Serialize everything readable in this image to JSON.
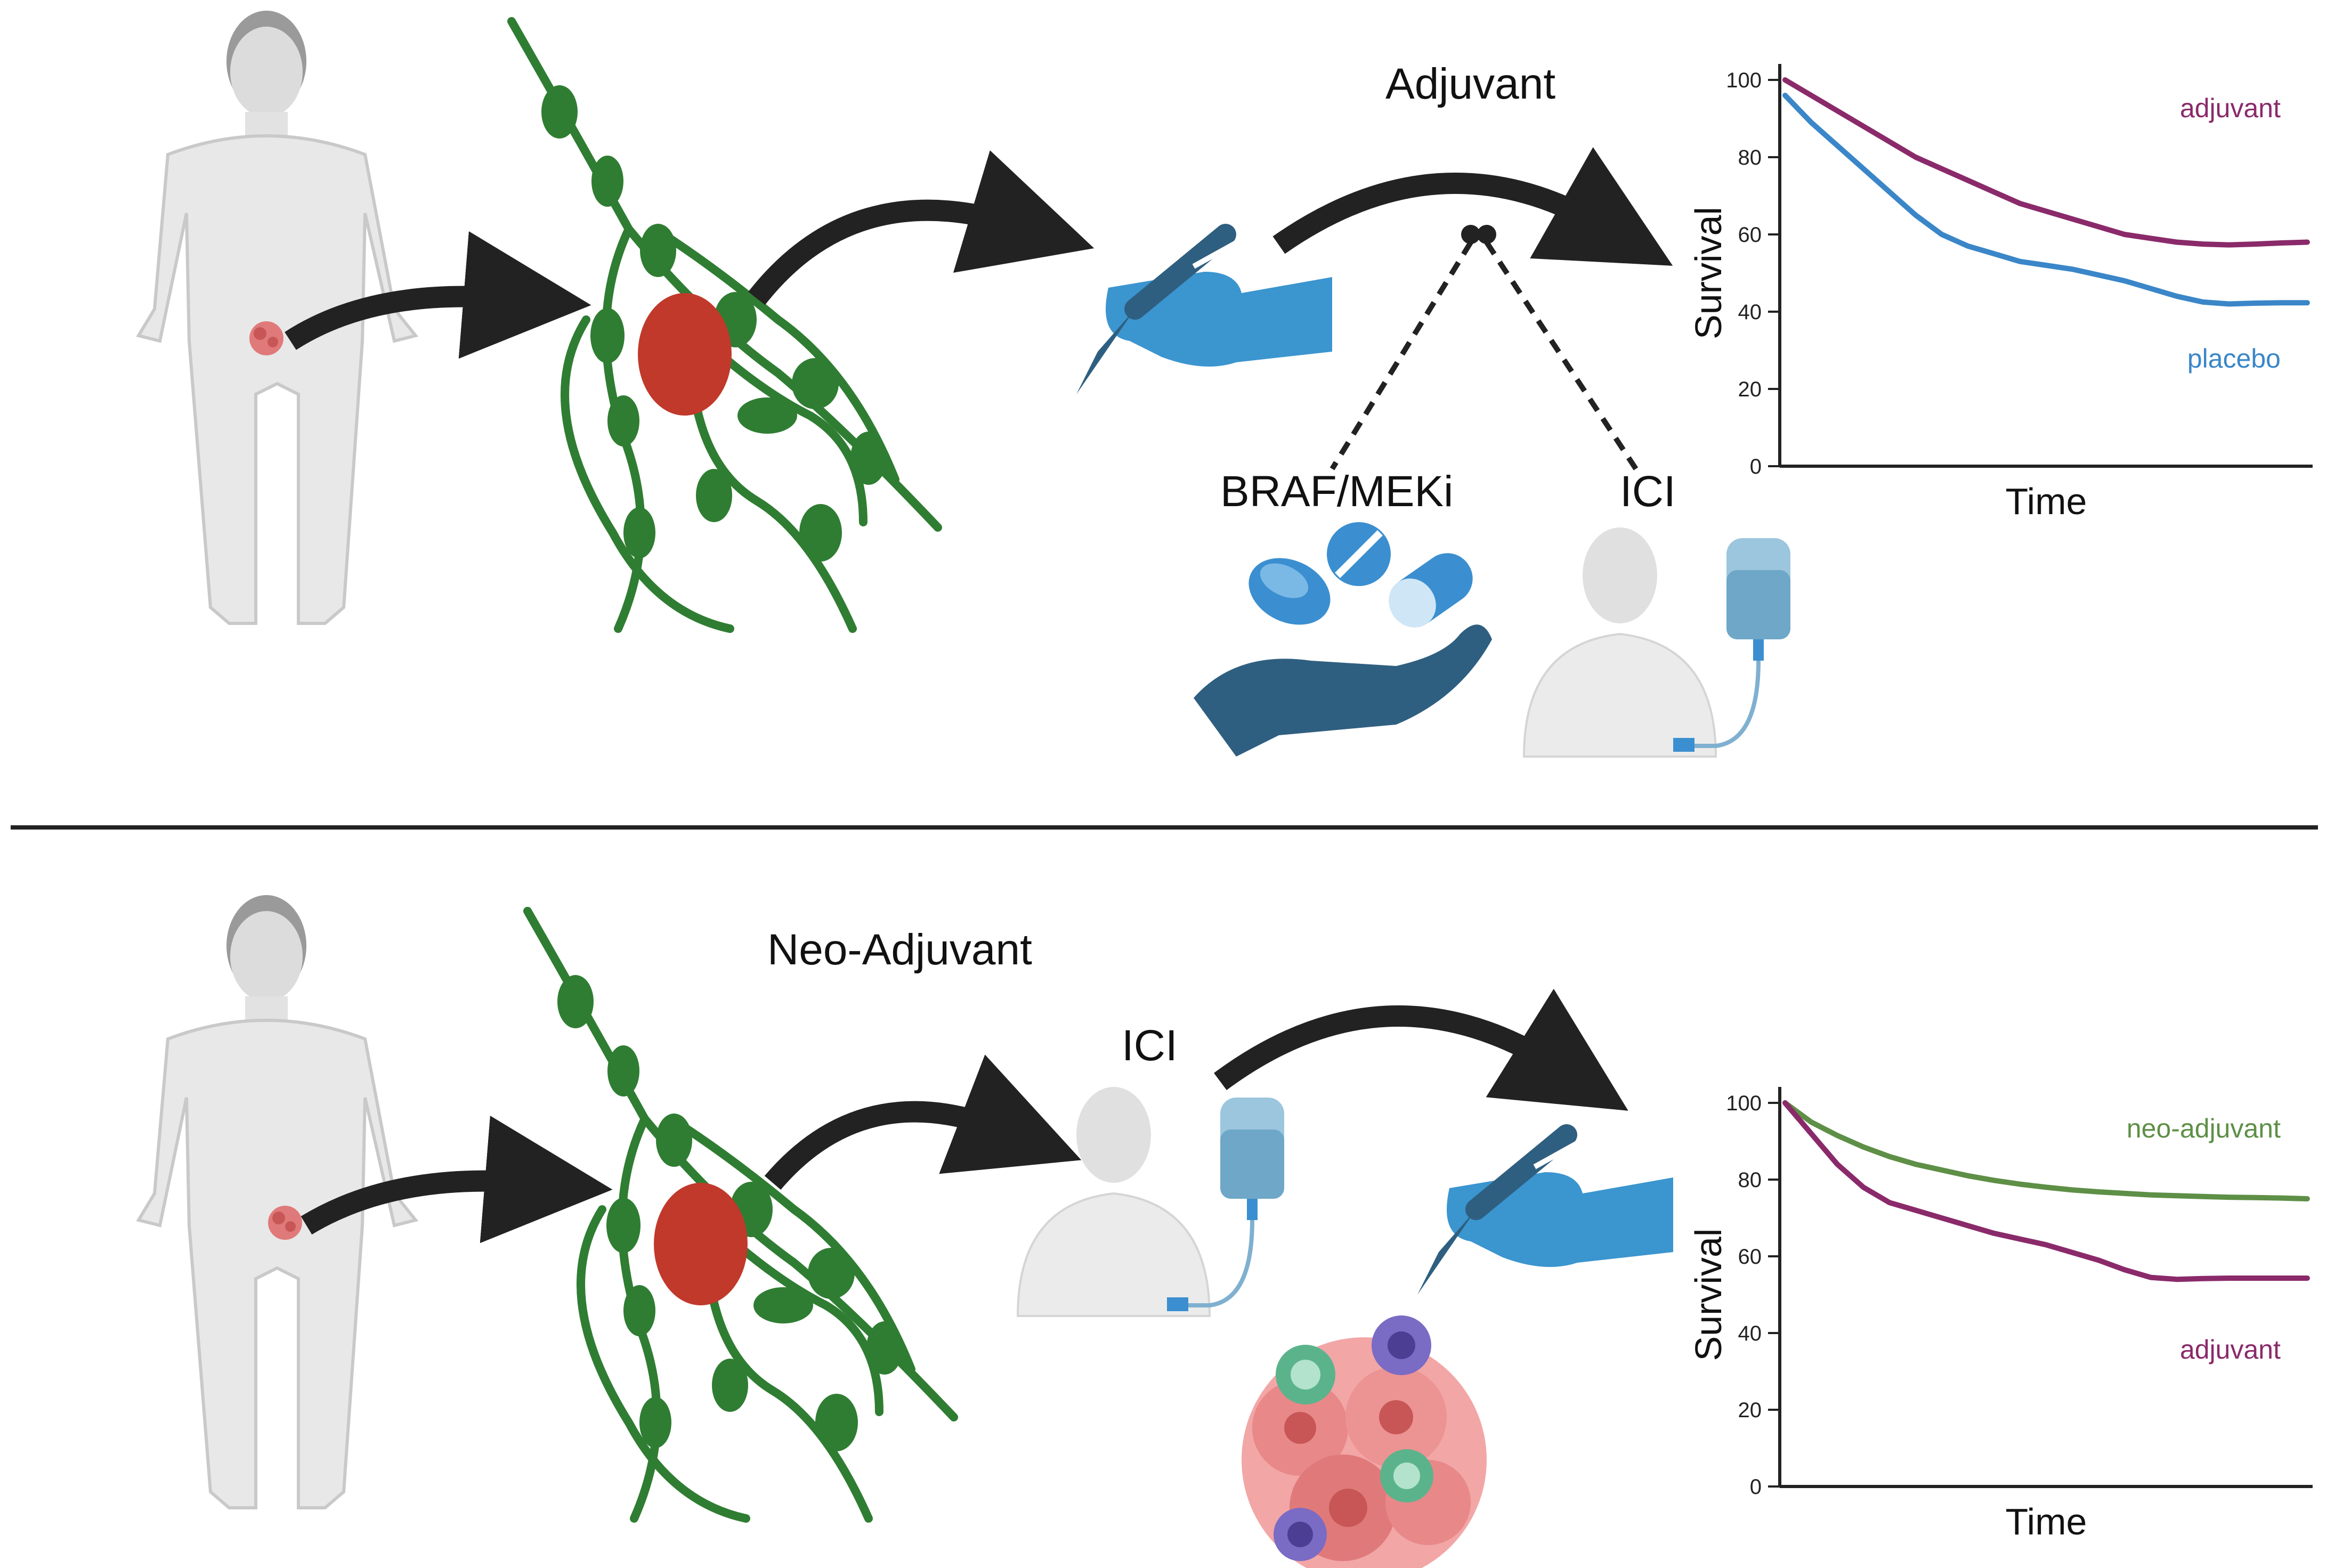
{
  "colors": {
    "lymph_green": "#2f7d32",
    "tumor_red": "#c0392b",
    "arrow": "#222222",
    "hand_blue": "#3b95cf",
    "hand_dark": "#2f5f80",
    "pill_blue": "#3b8fd0",
    "skin": "#e8e8e8",
    "divider": "#222222",
    "adjuvant_curve": "#8a2a6a",
    "placebo_curve": "#3a86c8",
    "neo_curve": "#5e8f46"
  },
  "top_panel": {
    "title": "Adjuvant",
    "option_1": "BRAF/MEKi",
    "option_2": "ICI",
    "icons": [
      "body-icon",
      "lymph-node-icon",
      "scalpel-hand-icon",
      "pill-hand-icon",
      "iv-infusion-icon"
    ]
  },
  "bottom_panel": {
    "title": "Neo-Adjuvant",
    "treatment": "ICI",
    "icons": [
      "body-icon",
      "lymph-node-icon",
      "iv-infusion-icon",
      "scalpel-hand-icon",
      "tumor-immune-cells-icon"
    ]
  },
  "chart_data": [
    {
      "type": "line",
      "xlabel": "Time",
      "ylabel": "Survival",
      "ylim": [
        0,
        100
      ],
      "yticks": [
        "0",
        "20",
        "40",
        "60",
        "80",
        "100"
      ],
      "x": [
        0,
        5,
        10,
        15,
        20,
        25,
        30,
        35,
        40,
        45,
        50,
        55,
        60,
        65,
        70,
        75,
        80,
        85,
        90,
        95,
        100
      ],
      "series": [
        {
          "name": "adjuvant",
          "color": "#8a2a6a",
          "values": [
            100,
            96,
            92,
            88,
            84,
            80,
            77,
            74,
            71,
            68,
            66,
            64,
            62,
            60,
            59,
            58,
            57.5,
            57.3,
            57.5,
            57.8,
            58
          ]
        },
        {
          "name": "placebo",
          "color": "#3a86c8",
          "values": [
            96,
            89,
            83,
            77,
            71,
            65,
            60,
            57,
            55,
            53,
            52,
            51,
            49.5,
            48,
            46,
            44,
            42.5,
            42,
            42.2,
            42.3,
            42.3
          ]
        }
      ]
    },
    {
      "type": "line",
      "xlabel": "Time",
      "ylabel": "Survival",
      "ylim": [
        0,
        100
      ],
      "yticks": [
        "0",
        "20",
        "40",
        "60",
        "80",
        "100"
      ],
      "x": [
        0,
        5,
        10,
        15,
        20,
        25,
        30,
        35,
        40,
        45,
        50,
        55,
        60,
        65,
        70,
        75,
        80,
        85,
        90,
        95,
        100
      ],
      "series": [
        {
          "name": "neo-adjuvant",
          "color": "#5e8f46",
          "values": [
            100,
            95,
            91.5,
            88.5,
            86,
            84,
            82.5,
            81,
            79.8,
            78.8,
            78,
            77.3,
            76.8,
            76.4,
            76,
            75.8,
            75.6,
            75.4,
            75.3,
            75.2,
            75
          ]
        },
        {
          "name": "adjuvant",
          "color": "#8a2a6a",
          "values": [
            100,
            92,
            84,
            78,
            74,
            72,
            70,
            68,
            66,
            64.5,
            63,
            61,
            59,
            56.5,
            54.5,
            54,
            54.2,
            54.3,
            54.3,
            54.3,
            54.3
          ]
        }
      ]
    }
  ]
}
